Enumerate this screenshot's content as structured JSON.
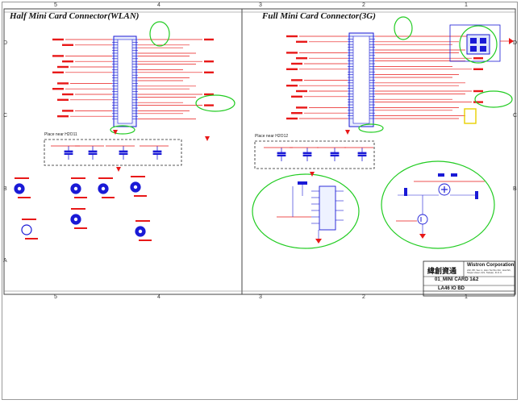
{
  "page": {
    "left_title": "Half Mini Card Connector(WLAN)",
    "right_title": "Full Mini Card Connector(3G)"
  },
  "rulers": {
    "top": [
      "5",
      "4",
      "3",
      "2",
      "1"
    ],
    "bottom": [
      "5",
      "4",
      "3",
      "2",
      "1"
    ],
    "side": [
      "D",
      "C",
      "B",
      "A"
    ]
  },
  "notes": {
    "place_near_left": "Place near H2O11",
    "place_near_right": "Place near H2O12"
  },
  "title_block": {
    "company": "Wistron Corporation",
    "chinese_name": "緯創資通",
    "address_line": "21F, 88, Sec.1, Hsin Tai Wu Rd., Hsichih, Taipei Hsien 221, Taiwan, R.O.C.",
    "sheet_title": "01_MINI CARD 1&2",
    "board_name": "LA46 IO BD"
  },
  "colors": {
    "schematic_blue": "#1a1ad6",
    "signal_red": "#e81818",
    "highlight_green": "#22cc22",
    "net_label_purple": "#8a3ad6",
    "highlight_yellow": "#e8d000",
    "frame_grey": "#666666"
  }
}
